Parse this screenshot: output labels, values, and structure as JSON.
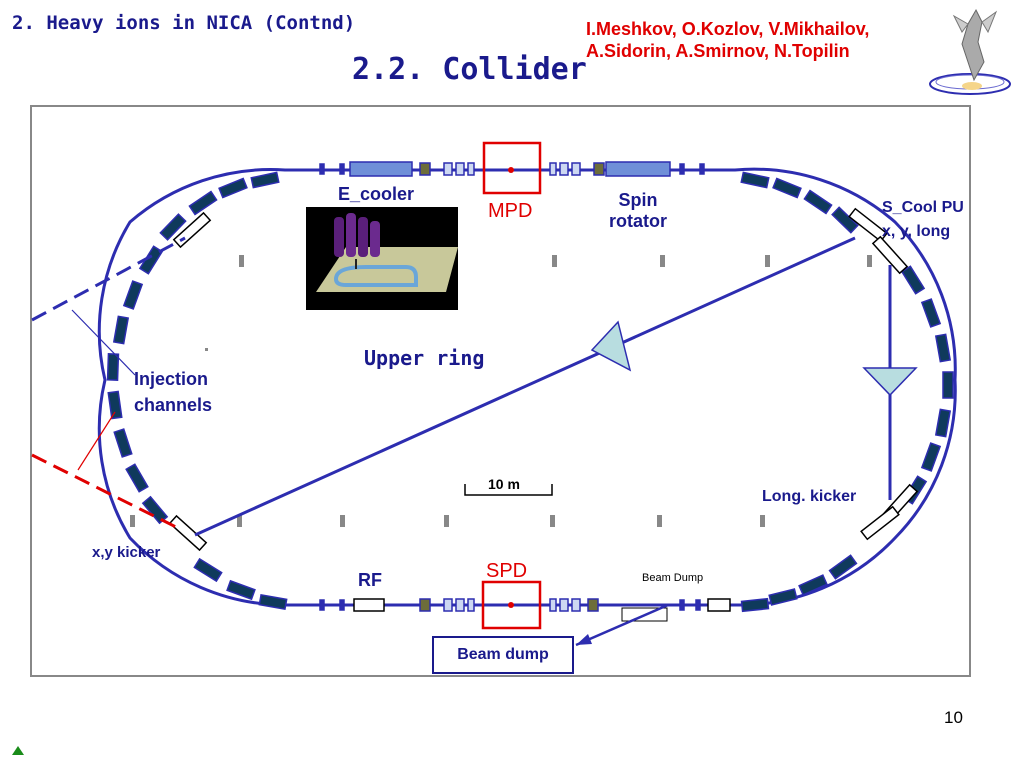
{
  "header": {
    "section_title": "2. Heavy ions in NICA (Contnd)",
    "main_title": "2.2. Collider",
    "authors_line1": "I.Meshkov, O.Kozlov, V.Mikhailov,",
    "authors_line2": "A.Sidorin, A.Smirnov, N.Topilin"
  },
  "diagram": {
    "labels": {
      "e_cooler": "E_cooler",
      "mpd": "MPD",
      "spin_line1": "Spin",
      "spin_line2": "rotator",
      "scool_line1": "S_Cool PU",
      "scool_line2": "x, y, long",
      "upper_ring": "Upper ring",
      "injection_line1": "Injection",
      "injection_line2": "channels",
      "scale": "10 m",
      "long_kicker": "Long. kicker",
      "xy_kicker": "x,y kicker",
      "rf": "RF",
      "spd": "SPD",
      "beam_dump_small": "Beam Dump",
      "beam_dump_box": "Beam dump"
    }
  },
  "footer": {
    "page_number": "10"
  },
  "colors": {
    "ring_blue": "#2d2db0",
    "title_blue": "#1a1a8c",
    "accent_red": "#e00000",
    "magnet_dark": "#0f3a5c"
  }
}
